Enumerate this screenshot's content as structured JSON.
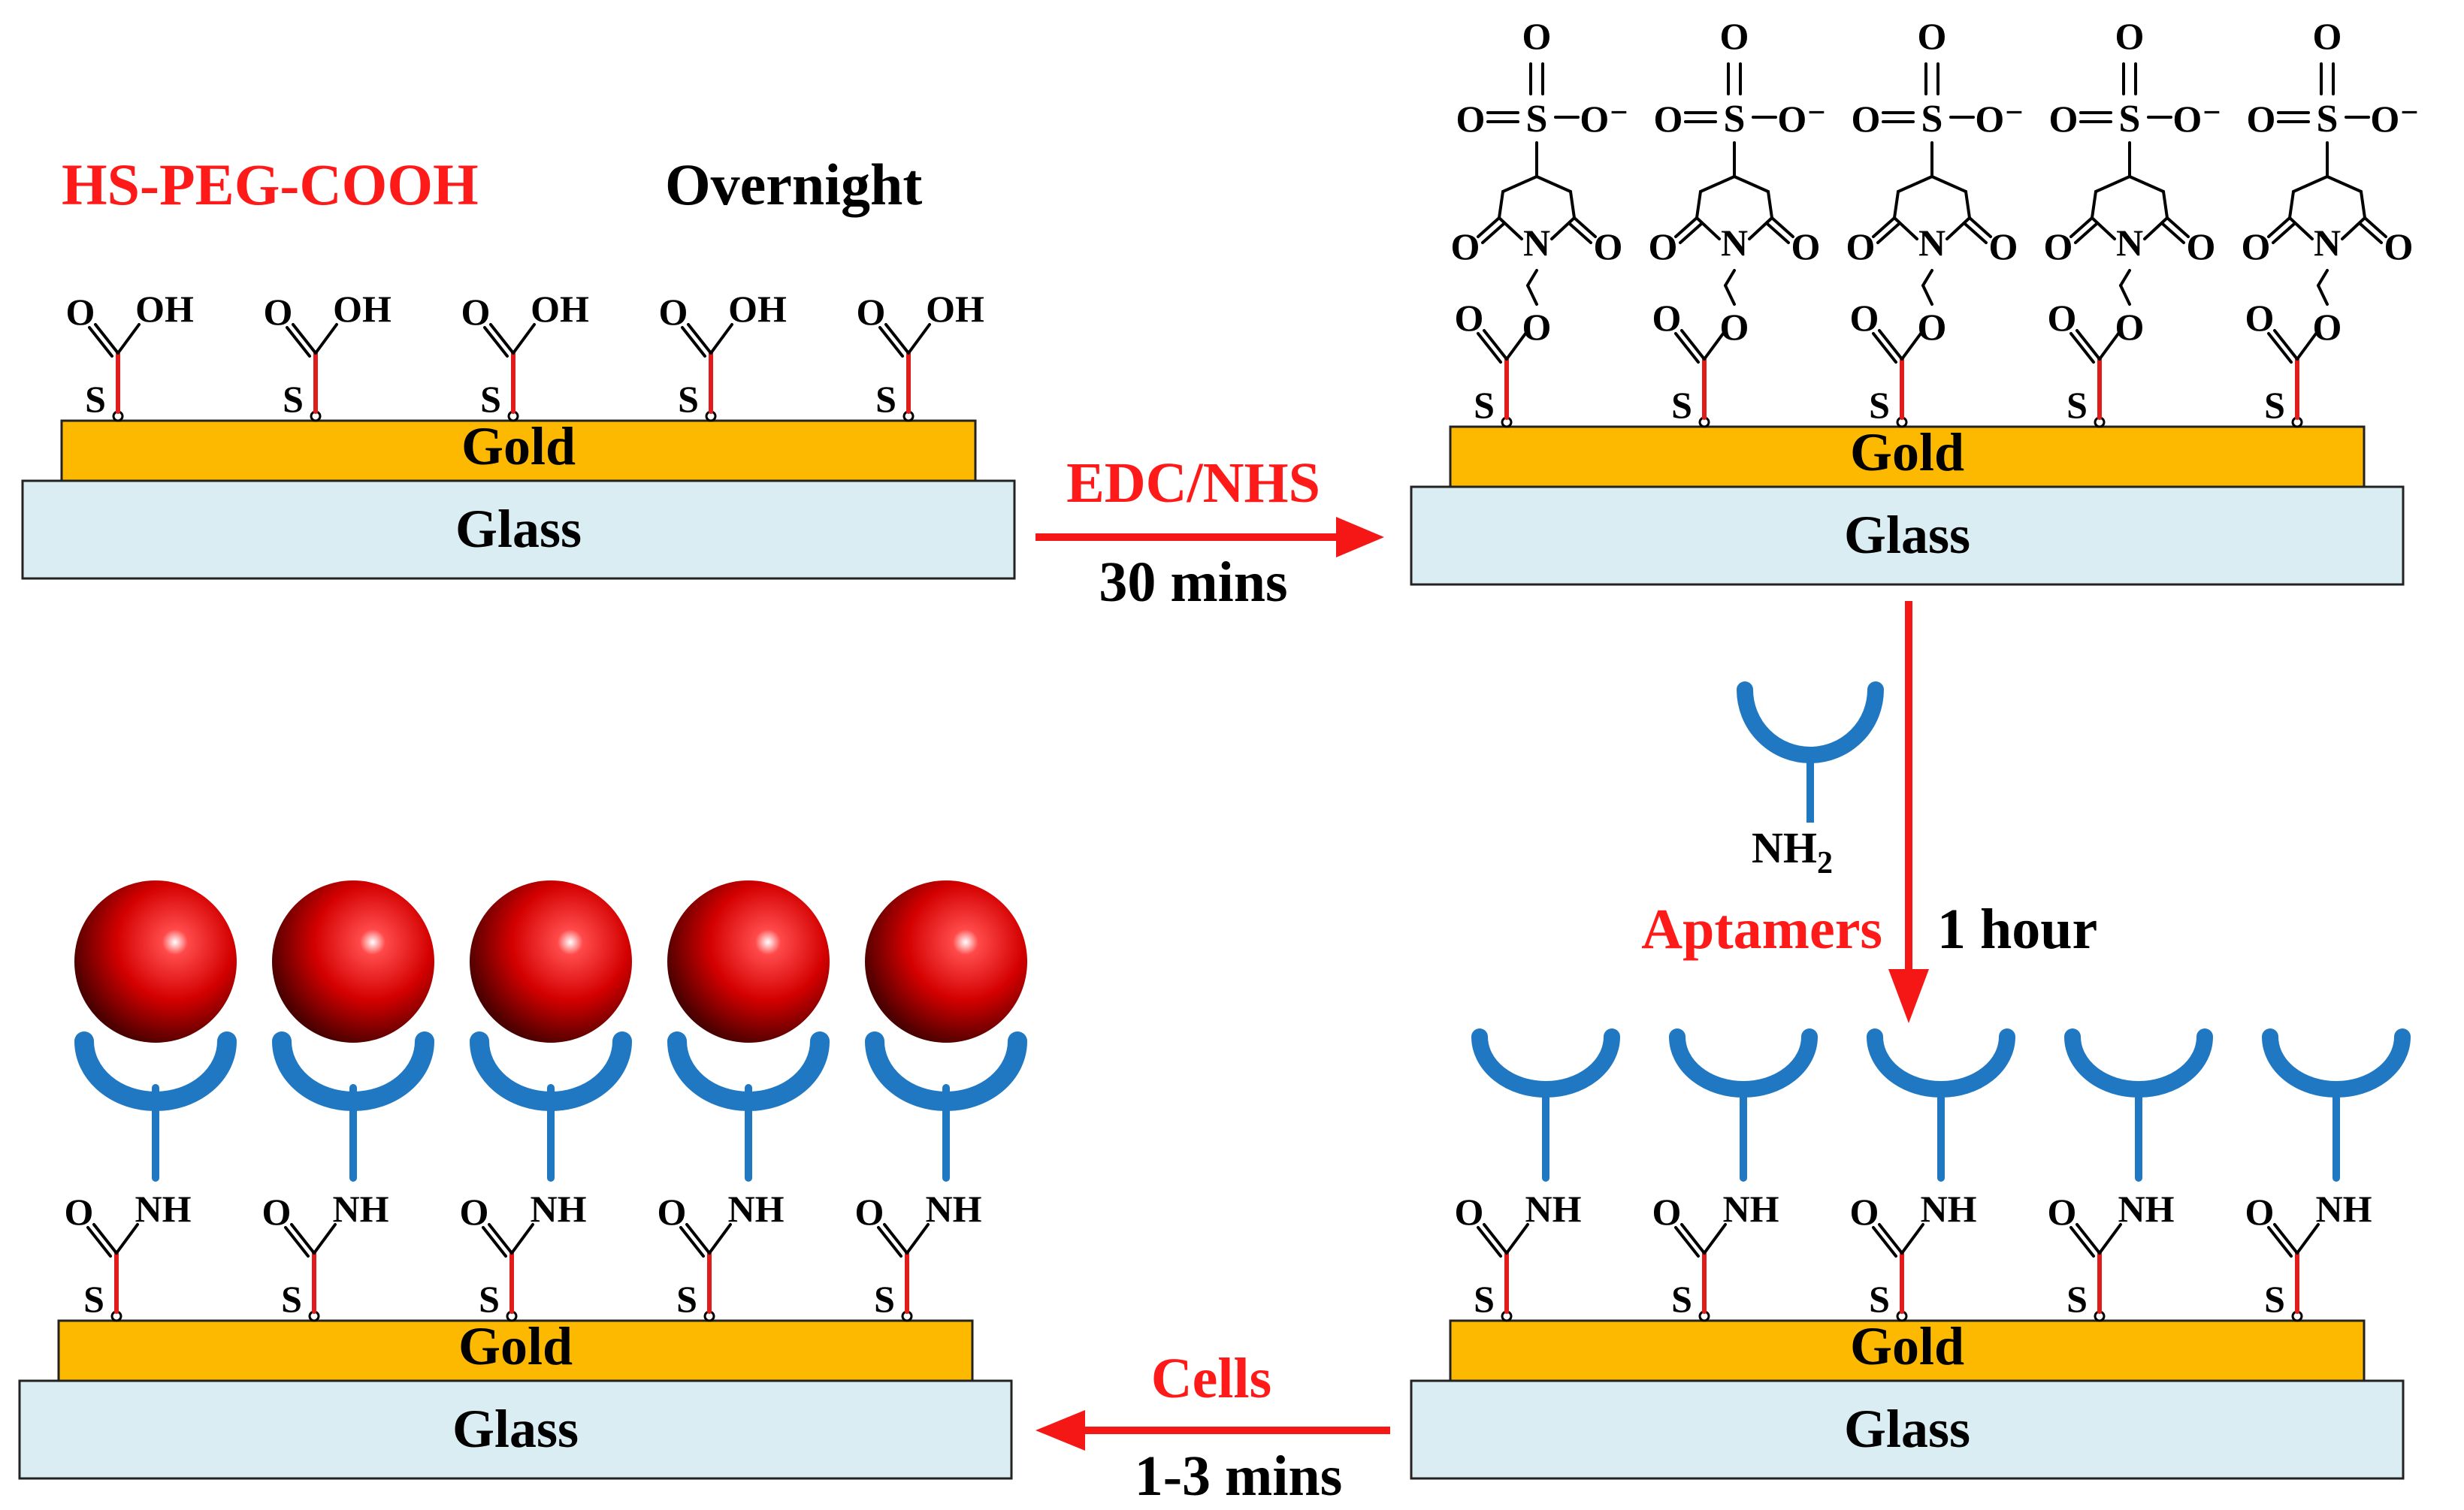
{
  "labels": {
    "reagent_thiol": "HS-PEG-COOH",
    "time_thiol": "Overnight",
    "reagent_activation": "EDC/NHS",
    "time_activation": "30 mins",
    "reagent_aptamer": "Aptamers",
    "time_aptamer": "1 hour",
    "reagent_cells": "Cells",
    "time_cells": "1-3 mins",
    "amine_group": "NH",
    "amine_subscript": "2"
  },
  "layers": {
    "gold": "Gold",
    "glass": "Glass"
  },
  "atoms": {
    "sulfur": "S",
    "oxygen": "O",
    "hydroxyl": "OH",
    "nitrogen": "N",
    "amide": "NH",
    "oxide_anion": "O⁻"
  },
  "colors": {
    "reagent_text": "#ff1a1a",
    "arrow": "#f51616",
    "linker": "#e21b1b",
    "gold": "#fdb800",
    "glass": "#d9edf2",
    "aptamer": "#1f78c1",
    "cell": "#d40000",
    "text": "#000000"
  },
  "icons": [
    "arrow-right-icon",
    "arrow-down-icon",
    "arrow-left-icon",
    "aptamer-icon",
    "cell-sphere-icon"
  ]
}
